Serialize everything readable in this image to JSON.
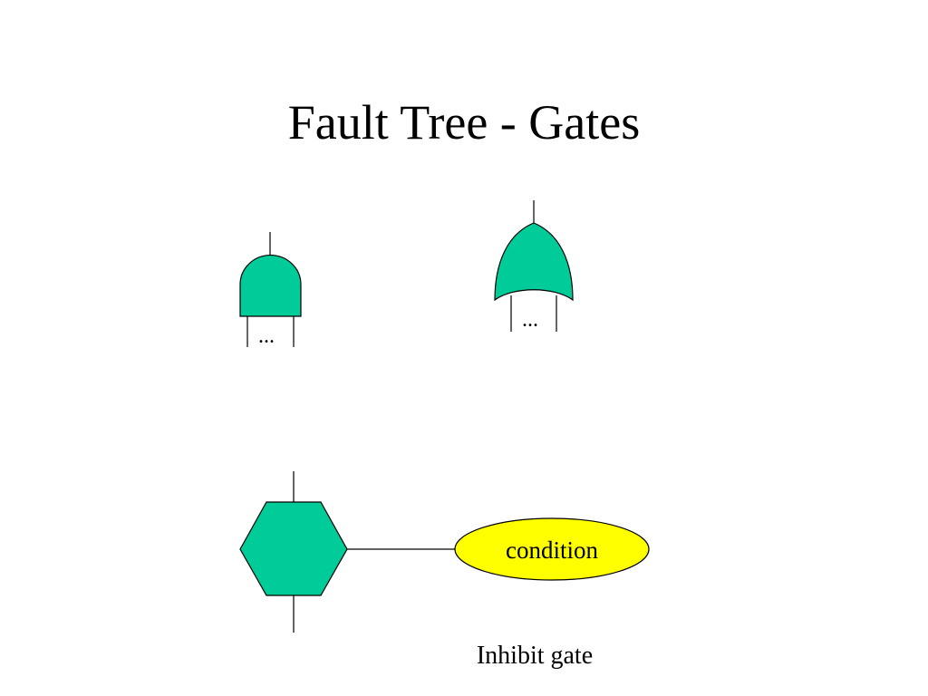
{
  "slide": {
    "title": "Fault Tree - Gates"
  },
  "and_gate": {
    "inputs_label": "..."
  },
  "or_gate": {
    "inputs_label": "..."
  },
  "inhibit_gate": {
    "condition_label": "condition",
    "caption": "Inhibit gate"
  },
  "colors": {
    "gate_fill": "#00CC99",
    "condition_fill": "#FFFF00",
    "stroke": "#000000",
    "background": "#FFFFFF"
  }
}
